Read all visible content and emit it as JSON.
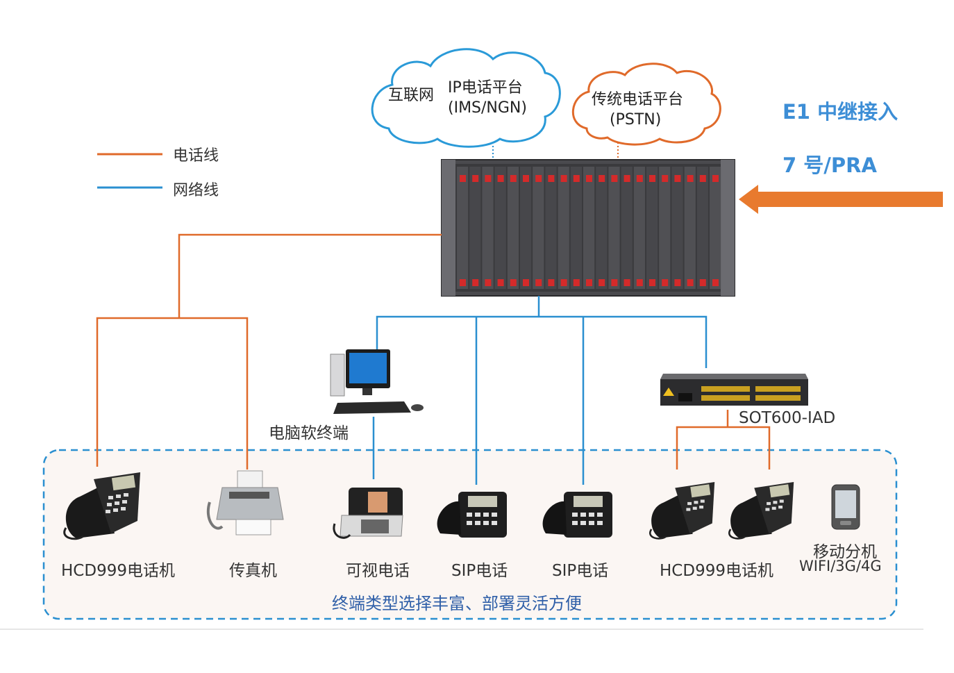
{
  "clouds": {
    "internet": {
      "left_label": "互联网",
      "line1": "IP电话平台",
      "line2": "(IMS/NGN)"
    },
    "pstn": {
      "line1": "传统电话平台",
      "line2": "(PSTN)"
    }
  },
  "trunk": {
    "line1": "E1 中继接入",
    "line2": "7 号/PRA"
  },
  "legend": {
    "phone_line": "电话线",
    "network_line": "网络线"
  },
  "devices": {
    "pc": "电脑软终端",
    "iad": "SOT600-IAD",
    "hcd_left": "HCD999电话机",
    "fax": "传真机",
    "video_phone": "可视电话",
    "sip1": "SIP电话",
    "sip2": "SIP电话",
    "hcd_right": "HCD999电话机",
    "mobile_line1": "移动分机",
    "mobile_line2": "WIFI/3G/4G"
  },
  "slogan": "终端类型选择丰富、部署灵活方便",
  "colors": {
    "phone_line": "#e06a2a",
    "network_line": "#2a8fd0",
    "arrow": "#e87a2e",
    "trunk_text": "#3d8ed6",
    "dashed_box": "#2a8fd0"
  }
}
